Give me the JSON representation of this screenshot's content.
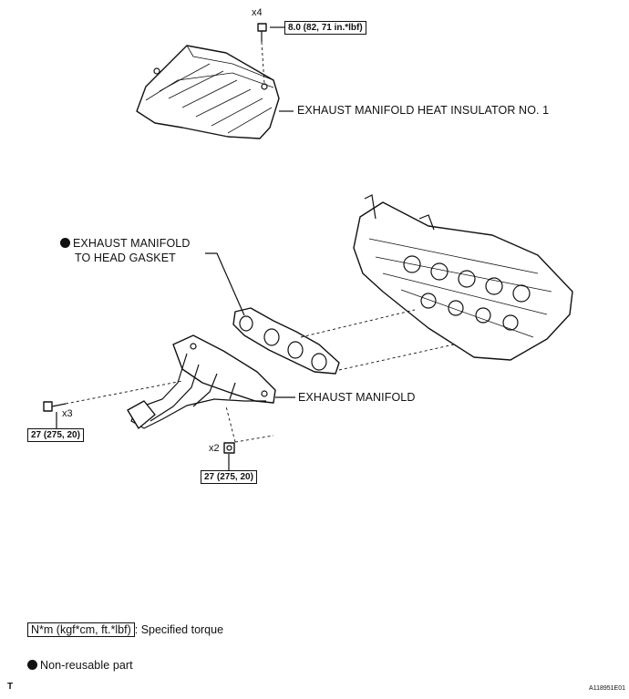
{
  "insulator": {
    "qty": "x4",
    "torque": "8.0 (82, 71 in.*lbf)",
    "label": "EXHAUST MANIFOLD HEAT INSULATOR NO. 1"
  },
  "gasket": {
    "label_line1": "EXHAUST MANIFOLD",
    "label_line2": "TO HEAD GASKET"
  },
  "manifold": {
    "label": "EXHAUST MANIFOLD",
    "bolt_left_qty": "x3",
    "bolt_left_torque": "27 (275, 20)",
    "bolt_bottom_qty": "x2",
    "bolt_bottom_torque": "27 (275, 20)"
  },
  "legend": {
    "torque_unit_box": "N*m (kgf*cm, ft.*lbf)",
    "torque_text": ": Specified torque",
    "nonreusable_text": "Non-reusable part"
  },
  "footer": {
    "left_mark": "T",
    "figure_id": "A118951E01"
  }
}
